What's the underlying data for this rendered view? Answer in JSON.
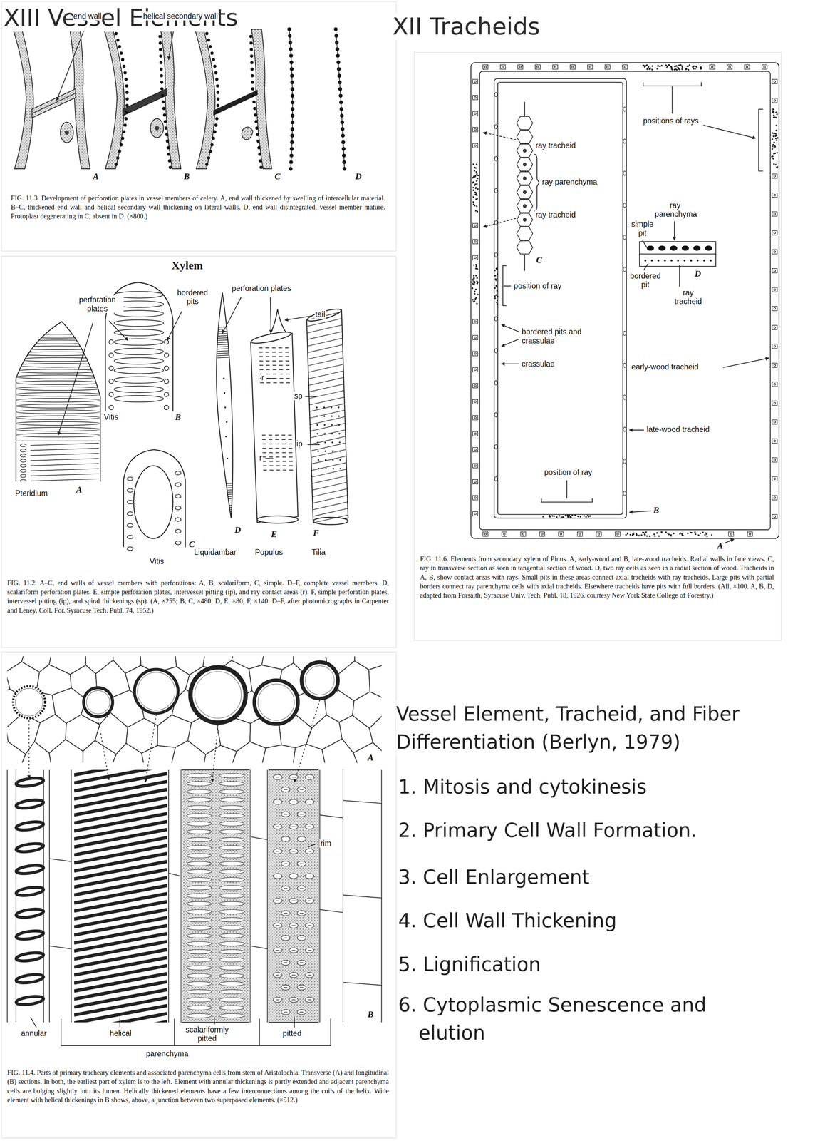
{
  "diagram": {
    "labels": [
      "XIII Vessel Elements",
      "end wall",
      "helical secondary wall",
      "A",
      "B",
      "C",
      "D",
      "FIG. 11.3. Development of perforation plates in vessel members of celery. A, end wall thickened by swelling of intercellular material. B–C, thickened end wall and helical secondary wall thickening on lateral walls. D, end wall disintegrated, vessel member mature. Protoplast degenerating in C, absent in D. (×800.)",
      "Xylem",
      "perforation plates",
      "bordered pits",
      "perforation plates",
      "tail",
      "Vitis",
      "B",
      "Pteridium",
      "A",
      "r",
      "sp",
      "r",
      "ip",
      "C",
      "Vitis",
      "D",
      "E",
      "F",
      "Liquidambar",
      "Populus",
      "Tilia",
      "FIG. 11.2. A–C, end walls of vessel members with perforations: A, B, scalariform, C, simple. D–F, complete vessel members. D, scalariform perforation plates. E, simple perforation plates, intervessel pitting (ip), and ray contact areas (r). F, simple perforation plates, intervessel pitting (ip), and spiral thickenings (sp). (A, ×255; B, C, ×480; D, E, ×80, F, ×140. D–F, after photomicrographs in Carpenter and Leney, Coll. For. Syracuse Tech. Publ. 74, 1952.)",
      "A",
      "rim",
      "B",
      "annular",
      "helical",
      "scalariformly pitted",
      "pitted",
      "parenchyma",
      "FIG. 11.4. Parts of primary tracheary elements and associated parenchyma cells from stem of Aristolochia. Transverse (A) and longitudinal (B) sections. In both, the earliest part of xylem is to the left. Element with annular thickenings is partly extended and adjacent parenchyma cells are bulging slightly into its lumen. Helically thickened elements have a few interconnections among the coils of the helix. Wide element with helical thickenings in B shows, above, a junction between two superposed elements. (×512.)",
      "XII Tracheids",
      "positions of rays",
      "ray tracheid",
      "ray parenchyma",
      "ray tracheid",
      "ray parenchyma",
      "simple pit",
      "C",
      "position of ray",
      "bordered pit",
      "D",
      "ray tracheid",
      "bordered pits and crassulae",
      "crassulae",
      "early-wood tracheid",
      "late-wood tracheid",
      "position of ray",
      "B",
      "A",
      "FIG. 11.6. Elements from secondary xylem of Pinus. A, early-wood and B, late-wood tracheids. Radial walls in face views. C, ray in transverse section as seen in tangential section of wood. D, two ray cells as seen in a radial section of wood. Tracheids in A, B, show contact areas with rays. Small pits in these areas connect axial tracheids with ray tracheids. Large pits with partial borders connect ray parenchyma cells with axial tracheids. Elsewhere tracheids have pits with full borders. (All, ×100. A, B, D, adapted from Forsaith, Syracuse Univ. Tech. Publ. 18, 1926, courtesy New York State College of Forestry.)",
      "Vessel Element, Tracheid, and Fiber Differentiation (Berlyn, 1979)",
      "1. Mitosis and cytokinesis",
      "2. Primary Cell Wall Formation.",
      "3. Cell Enlargement",
      "4. Cell Wall Thickening",
      "5. Lignification",
      "6. Cytoplasmic Senescence and elution"
    ]
  }
}
